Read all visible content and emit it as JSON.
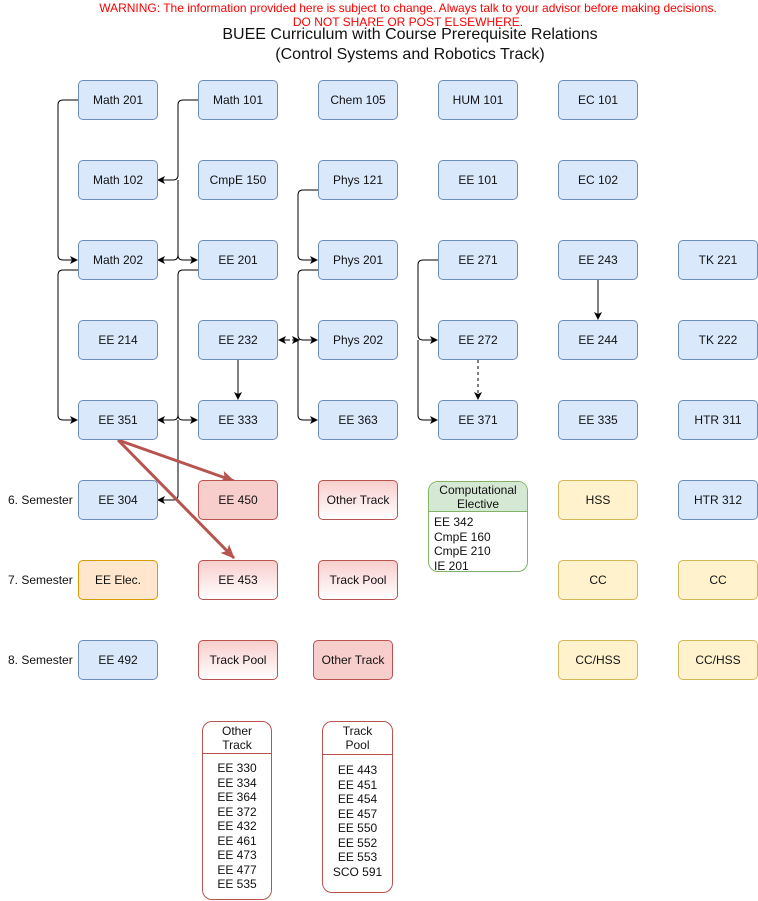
{
  "warning": [
    "WARNING: The information provided here is subject to change. Always talk to your advisor before making decisions.",
    "DO NOT SHARE OR POST ELSEWHERE."
  ],
  "title": [
    "BUEE Curriculum with Course Prerequisite Relations",
    "(Control Systems and Robotics Track)"
  ],
  "semesters": [
    "6. Semester",
    "7. Semester",
    "8. Semester"
  ],
  "courses": {
    "math201": "Math 201",
    "math101": "Math 101",
    "chem105": "Chem 105",
    "hum101": "HUM 101",
    "ec101": "EC 101",
    "math102": "Math 102",
    "cmpe150": "CmpE 150",
    "phys121": "Phys 121",
    "ee101": "EE 101",
    "ec102": "EC 102",
    "math202": "Math 202",
    "ee201": "EE 201",
    "phys201": "Phys 201",
    "ee271": "EE 271",
    "ee243": "EE 243",
    "tk221": "TK 221",
    "ee214": "EE 214",
    "ee232": "EE 232",
    "phys202": "Phys 202",
    "ee272": "EE 272",
    "ee244": "EE 244",
    "tk222": "TK 222",
    "ee351": "EE 351",
    "ee333": "EE 333",
    "ee363": "EE 363",
    "ee371": "EE 371",
    "ee335": "EE 335",
    "htr311": "HTR 311",
    "ee304": "EE 304",
    "ee450": "EE 450",
    "othertrack6": "Other Track",
    "hss": "HSS",
    "htr312": "HTR 312",
    "eeelec": "EE Elec.",
    "ee453": "EE 453",
    "trackpool7": "Track Pool",
    "cc7a": "CC",
    "cc7b": "CC",
    "ee492": "EE 492",
    "trackpool8": "Track Pool",
    "othertrack8": "Other Track",
    "cchss8a": "CC/HSS",
    "cchss8b": "CC/HSS"
  },
  "comp_elective": {
    "title": [
      "Computational",
      "Elective"
    ],
    "items": [
      "EE 342",
      "CmpE 160",
      "CmpE 210",
      "IE 201"
    ]
  },
  "other_track": {
    "title": [
      "Other",
      "Track"
    ],
    "items": [
      "EE 330",
      "EE 334",
      "EE 364",
      "EE 372",
      "EE 432",
      "EE 461",
      "EE 473",
      "EE 477",
      "EE 535"
    ]
  },
  "track_pool": {
    "title": [
      "Track",
      "Pool"
    ],
    "items": [
      "EE 443",
      "EE 451",
      "EE 454",
      "EE 457",
      "EE 550",
      "EE 552",
      "EE 553",
      "SCO 591"
    ]
  },
  "colors": {
    "warning": "#ff0000",
    "arrow": "#000000",
    "track_arrow": "#b85450"
  }
}
